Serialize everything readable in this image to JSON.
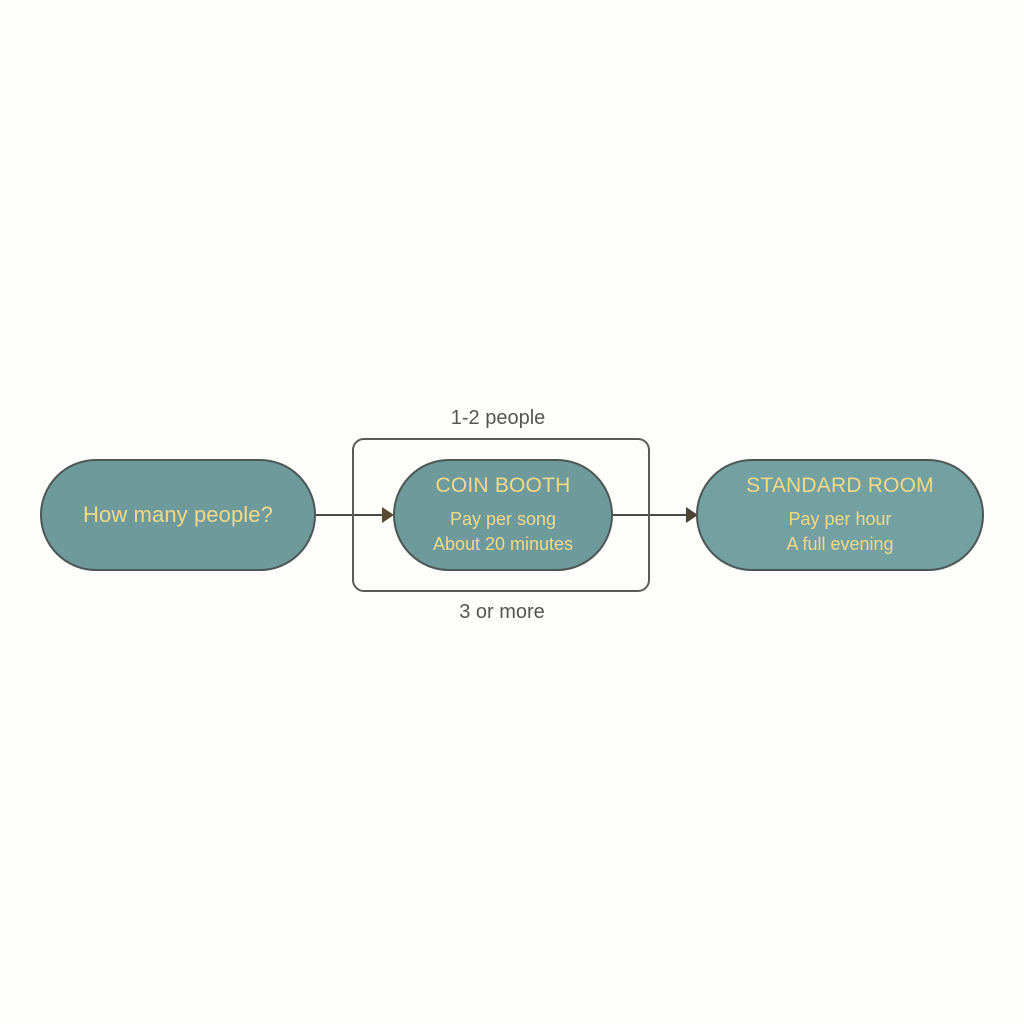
{
  "nodes": {
    "question": {
      "text": "How many people?"
    },
    "coin_booth": {
      "title": "COIN BOOTH",
      "lines": [
        "Pay per song",
        "About 20 minutes"
      ]
    },
    "standard_room": {
      "title": "STANDARD ROOM",
      "lines": [
        "Pay per hour",
        "A full evening"
      ]
    }
  },
  "edges": {
    "small_group_label": "1-2 people",
    "large_group_label": "3 or more"
  },
  "colors": {
    "node_fill": "#6f9a9b",
    "node_text": "#f0d98a",
    "node_border": "#4c5756",
    "arrow_line": "#4a4a4a",
    "arrow_head": "#5a4a2e",
    "background": "#fdfdfb"
  }
}
